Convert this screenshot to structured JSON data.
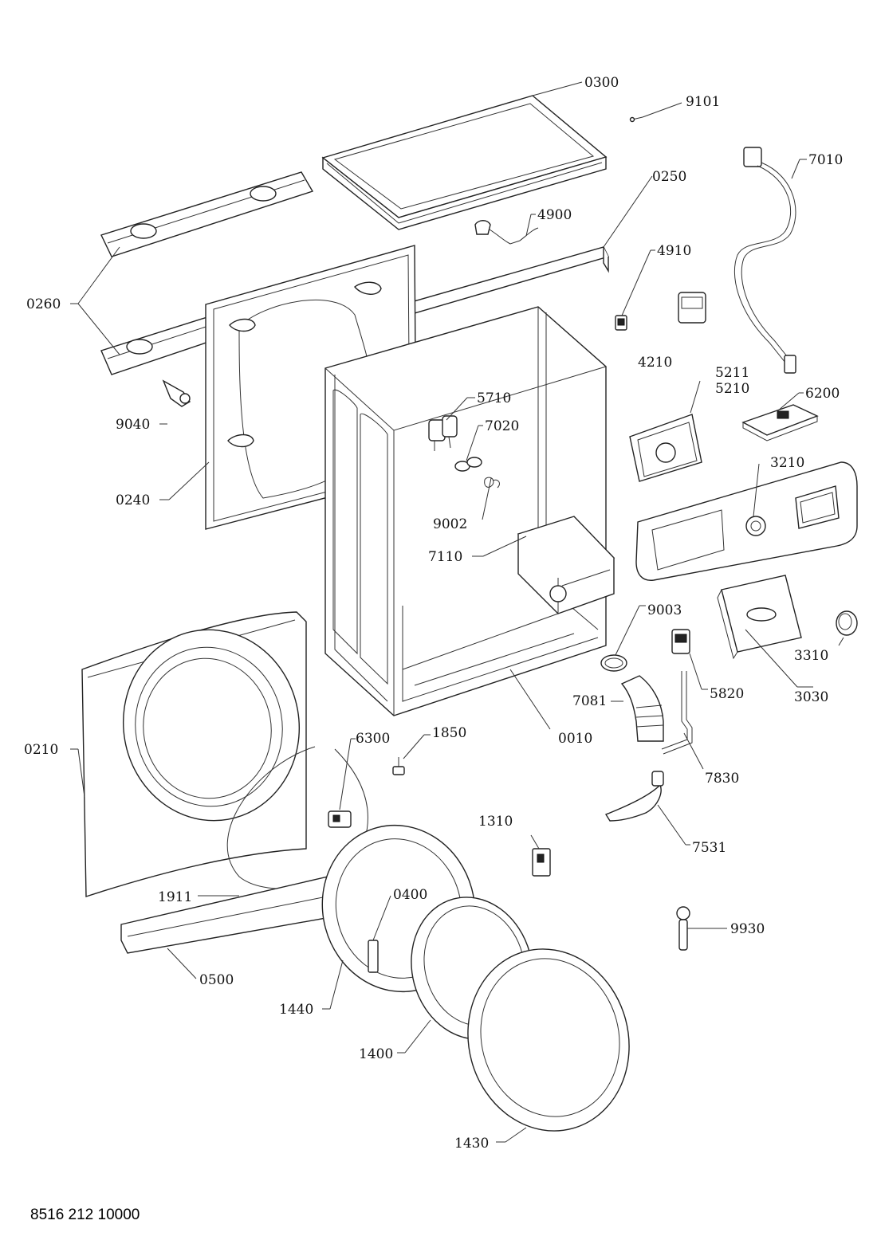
{
  "document": {
    "number": "8516 212 10000"
  },
  "labels": {
    "l0300": "0300",
    "l9101": "9101",
    "l7010": "7010",
    "l0250": "0250",
    "l4900": "4900",
    "l4910": "4910",
    "l0260": "0260",
    "l4210": "4210",
    "l5211": "5211",
    "l5210": "5210",
    "l6200": "6200",
    "l5710": "5710",
    "l9040": "9040",
    "l7020": "7020",
    "l3210": "3210",
    "l0240": "0240",
    "l9002": "9002",
    "l7110": "7110",
    "l9003": "9003",
    "l3310": "3310",
    "l5820": "5820",
    "l3030": "3030",
    "l7081": "7081",
    "l0010": "0010",
    "l0210": "0210",
    "l6300": "6300",
    "l1850": "1850",
    "l7830": "7830",
    "l1310": "1310",
    "l7531": "7531",
    "l1911": "1911",
    "l0400": "0400",
    "l9930": "9930",
    "l0500": "0500",
    "l1440": "1440",
    "l1400": "1400",
    "l1430": "1430"
  },
  "colors": {
    "line": "#333333",
    "text": "#111111",
    "background": "#ffffff"
  }
}
